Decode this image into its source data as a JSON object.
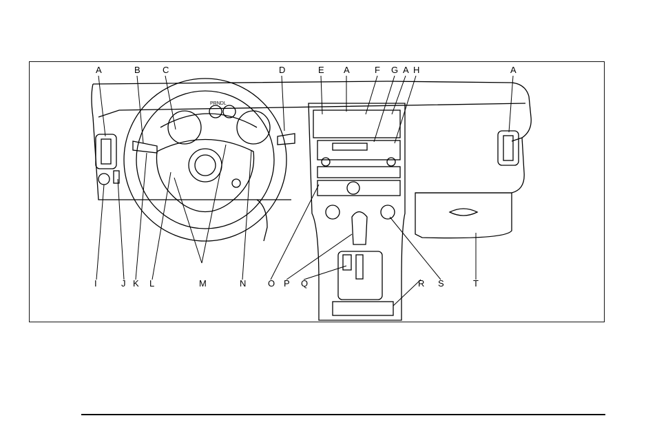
{
  "figure": {
    "callouts_top": [
      "A",
      "B",
      "C",
      "D",
      "E",
      "A",
      "F",
      "G",
      "A",
      "H",
      "A"
    ],
    "callouts_bottom": [
      "I",
      "J",
      "K",
      "L",
      "M",
      "N",
      "O",
      "P",
      "Q",
      "R",
      "S",
      "T"
    ],
    "prndl_label": "PRNDL"
  }
}
